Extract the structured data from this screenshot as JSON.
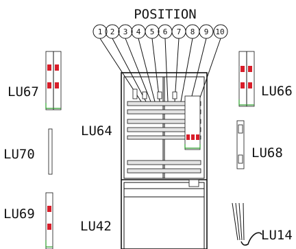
{
  "title": "POSITION",
  "positions": [
    "1",
    "2",
    "3",
    "4",
    "5",
    "6",
    "7",
    "8",
    "9",
    "10"
  ],
  "labels": {
    "lu67": "LU67",
    "lu66": "LU66",
    "lu64": "LU64",
    "lu70": "LU70",
    "lu68": "LU68",
    "lu69": "LU69",
    "lu42": "LU42",
    "lu14": "LU14"
  },
  "colors": {
    "accent_red": "#d81e2a",
    "accent_green": "#2a9d2a"
  }
}
